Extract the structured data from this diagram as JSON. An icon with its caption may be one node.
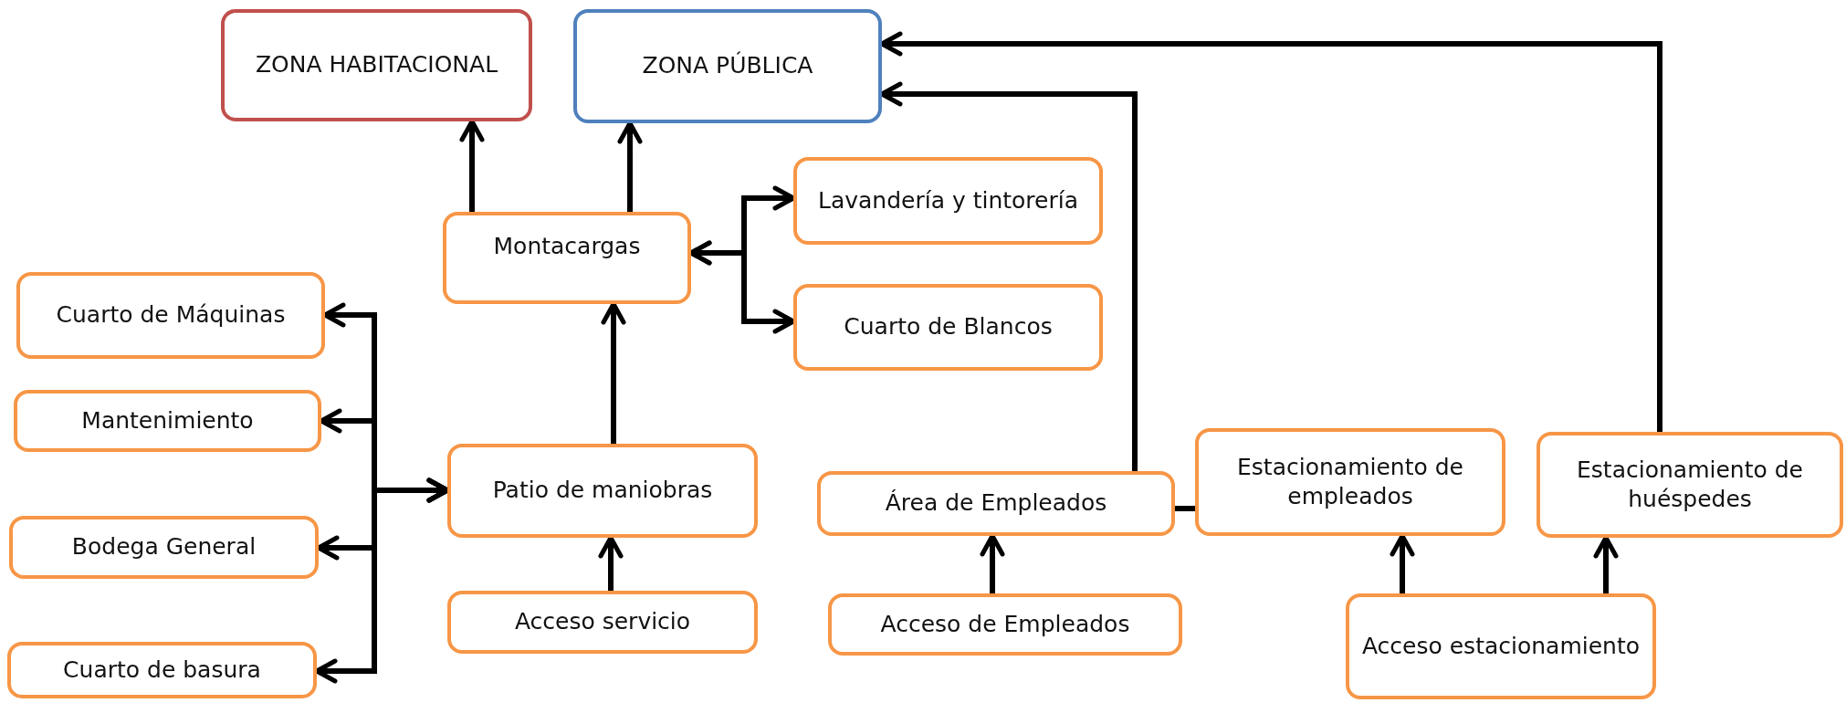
{
  "diagram": {
    "nodes": [
      {
        "text": [
          "ZONA HABITACIONAL"
        ]
      },
      {
        "text": [
          "ZONA PÚBLICA"
        ]
      },
      {
        "text": [
          "Montacargas"
        ]
      },
      {
        "text": [
          "Lavandería y tintorería"
        ]
      },
      {
        "text": [
          "Cuarto de Blancos"
        ]
      },
      {
        "text": [
          "Cuarto de Máquinas"
        ]
      },
      {
        "text": [
          "Mantenimiento"
        ]
      },
      {
        "text": [
          "Patio de maniobras"
        ]
      },
      {
        "text": [
          "Bodega General"
        ]
      },
      {
        "text": [
          "Acceso servicio"
        ]
      },
      {
        "text": [
          "Cuarto de basura"
        ]
      },
      {
        "text": [
          "Área de Empleados"
        ]
      },
      {
        "text": [
          "Estacionamiento de empleados"
        ]
      },
      {
        "text": [
          "Estacionamiento de huéspedes"
        ]
      },
      {
        "text": [
          "Acceso de Empleados"
        ]
      },
      {
        "text": [
          "Acceso estacionamiento"
        ]
      }
    ],
    "edges": [
      {
        "from": 2,
        "to": 0,
        "arrow": "to"
      },
      {
        "from": 2,
        "to": 1,
        "arrow": "to"
      },
      {
        "from": 2,
        "to": 3,
        "arrow": "both"
      },
      {
        "from": 2,
        "to": 4,
        "arrow": "both"
      },
      {
        "from": 7,
        "to": 2,
        "arrow": "to"
      },
      {
        "from": 7,
        "to": 5,
        "arrow": "both"
      },
      {
        "from": 7,
        "to": 6,
        "arrow": "both"
      },
      {
        "from": 7,
        "to": 8,
        "arrow": "both"
      },
      {
        "from": 7,
        "to": 10,
        "arrow": "both"
      },
      {
        "from": 9,
        "to": 7,
        "arrow": "to"
      },
      {
        "from": 11,
        "to": 1,
        "arrow": "to"
      },
      {
        "from": 13,
        "to": 1,
        "arrow": "to"
      },
      {
        "from": 14,
        "to": 11,
        "arrow": "to"
      },
      {
        "from": 11,
        "to": 12,
        "arrow": "none"
      },
      {
        "from": 15,
        "to": 12,
        "arrow": "to"
      },
      {
        "from": 15,
        "to": 13,
        "arrow": "to"
      }
    ]
  }
}
